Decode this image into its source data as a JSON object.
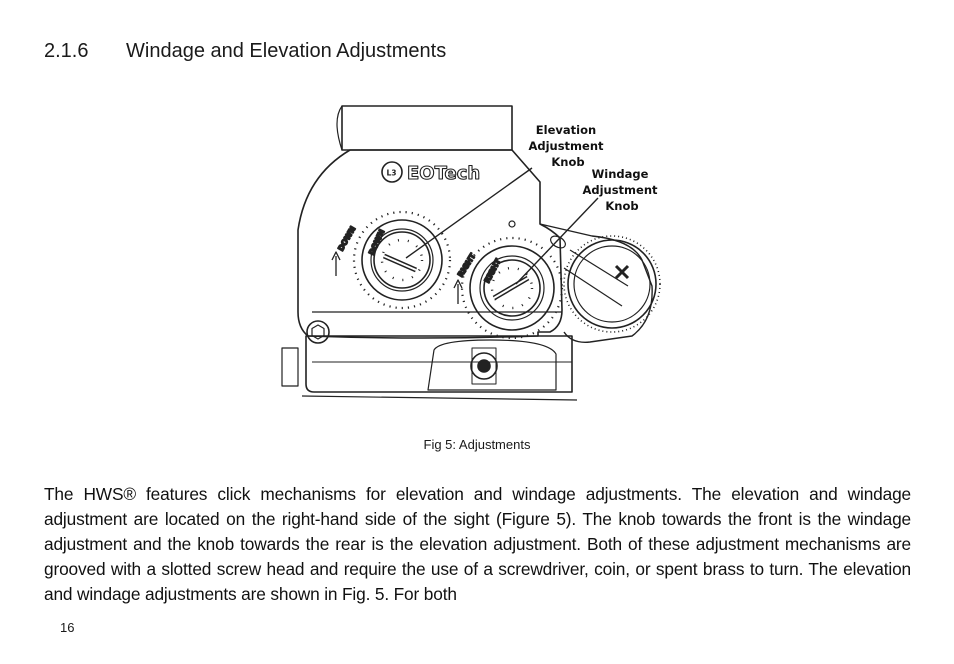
{
  "section": {
    "number": "2.1.6",
    "title": "Windage and Elevation Adjustments"
  },
  "figure": {
    "brand": "EOTech",
    "elevation_label": [
      "Elevation",
      "Adjustment",
      "Knob"
    ],
    "windage_label": [
      "Windage",
      "Adjustment",
      "Knob"
    ],
    "dial_down": "DOWN",
    "dial_right": "RIGHT",
    "caption": "Fig 5: Adjustments"
  },
  "body": {
    "paragraph": "The HWS® features click mechanisms for elevation and windage adjustments. The elevation and windage adjustment are located on the right-hand side of the sight (Figure 5). The knob towards the front is the windage adjustment and the knob towards the rear is the elevation adjustment.  Both of these adjustment mechanisms are grooved with a slotted screw head and require the use of a screwdriver, coin, or spent brass to turn. The elevation and windage adjustments are shown in Fig. 5. For both"
  },
  "page_number": "16",
  "colors": {
    "text": "#111111",
    "line_art": "#222222",
    "background": "#ffffff"
  }
}
